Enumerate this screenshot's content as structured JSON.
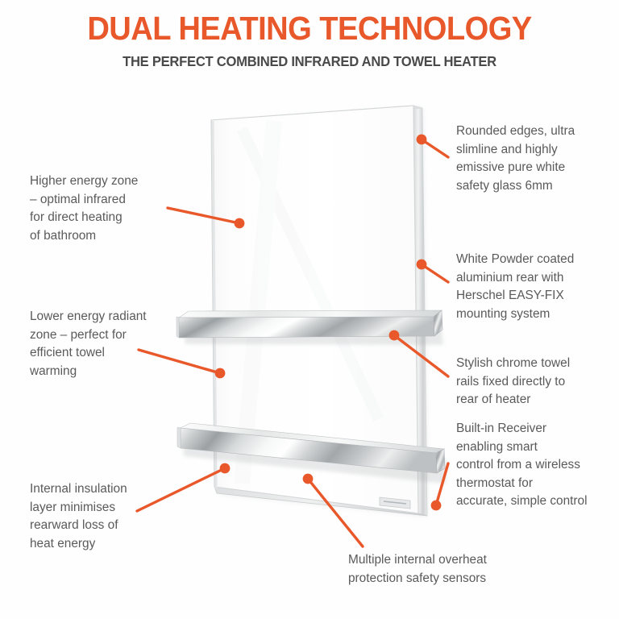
{
  "header": {
    "title": "DUAL HEATING TECHNOLOGY",
    "subtitle": "THE PERFECT COMBINED INFRARED AND TOWEL HEATER"
  },
  "colors": {
    "accent": "#E8582A",
    "title": "#E8582A",
    "subtitle": "#4a4a4a",
    "body_text": "#5a5a5a",
    "background": "#fefefe",
    "panel_white": "#ffffff",
    "chrome_light": "#ffffff",
    "chrome_mid": "#b9bcbe",
    "chrome_dark": "#8d9194"
  },
  "callouts": {
    "right": [
      {
        "id": "glass",
        "text": "Rounded edges, ultra\nslimline and highly\nemissive pure white\nsafety glass 6mm"
      },
      {
        "id": "rear",
        "text": "White Powder coated\naluminium rear with\nHerschel EASY-FIX\nmounting system"
      },
      {
        "id": "rails",
        "text": "Stylish chrome towel\nrails fixed directly to\nrear of heater"
      },
      {
        "id": "receiver",
        "text": "Built-in Receiver\nenabling smart\ncontrol from a wireless\nthermostat for\naccurate, simple control"
      }
    ],
    "left": [
      {
        "id": "higher-zone",
        "text": "Higher energy zone\n– optimal infrared\nfor direct heating\nof bathroom"
      },
      {
        "id": "lower-zone",
        "text": "Lower energy radiant\nzone – perfect for\nefficient towel\nwarming"
      },
      {
        "id": "insulation",
        "text": "Internal insulation\nlayer minimises\nrearward loss of\nheat energy"
      }
    ],
    "bottom": [
      {
        "id": "sensors",
        "text": "Multiple internal overheat\nprotection safety sensors"
      }
    ]
  },
  "product": {
    "type": "infrared-towel-heater-panel",
    "icons": {
      "panel": "glass-panel-icon",
      "upper_rail": "towel-rail-icon",
      "lower_rail": "towel-rail-icon",
      "badge": "brand-badge-icon"
    }
  }
}
